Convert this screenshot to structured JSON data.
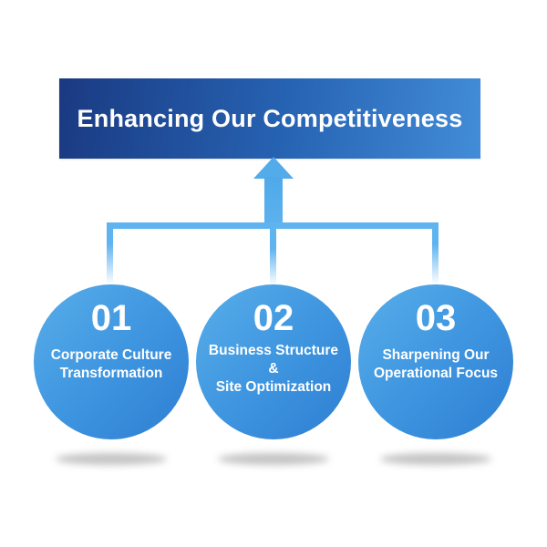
{
  "header": {
    "title": "Enhancing Our Competitiveness",
    "gradient_left": "#1a3a82",
    "gradient_right": "#428cd8",
    "text_color": "#ffffff"
  },
  "connector": {
    "line_color": "#5fb3ef",
    "arrow_color": "#53abe9"
  },
  "circles": [
    {
      "number": "01",
      "label_lines": [
        "Corporate Culture",
        "Transformation",
        ""
      ]
    },
    {
      "number": "02",
      "label_lines": [
        "Business Structure",
        "&",
        "Site Optimization"
      ]
    },
    {
      "number": "03",
      "label_lines": [
        "Sharpening Our",
        "Operational Focus",
        ""
      ]
    }
  ],
  "circle_colors": {
    "gradient_light": "#58aee9",
    "gradient_dark": "#2e7ed2",
    "text_color": "#ffffff"
  }
}
